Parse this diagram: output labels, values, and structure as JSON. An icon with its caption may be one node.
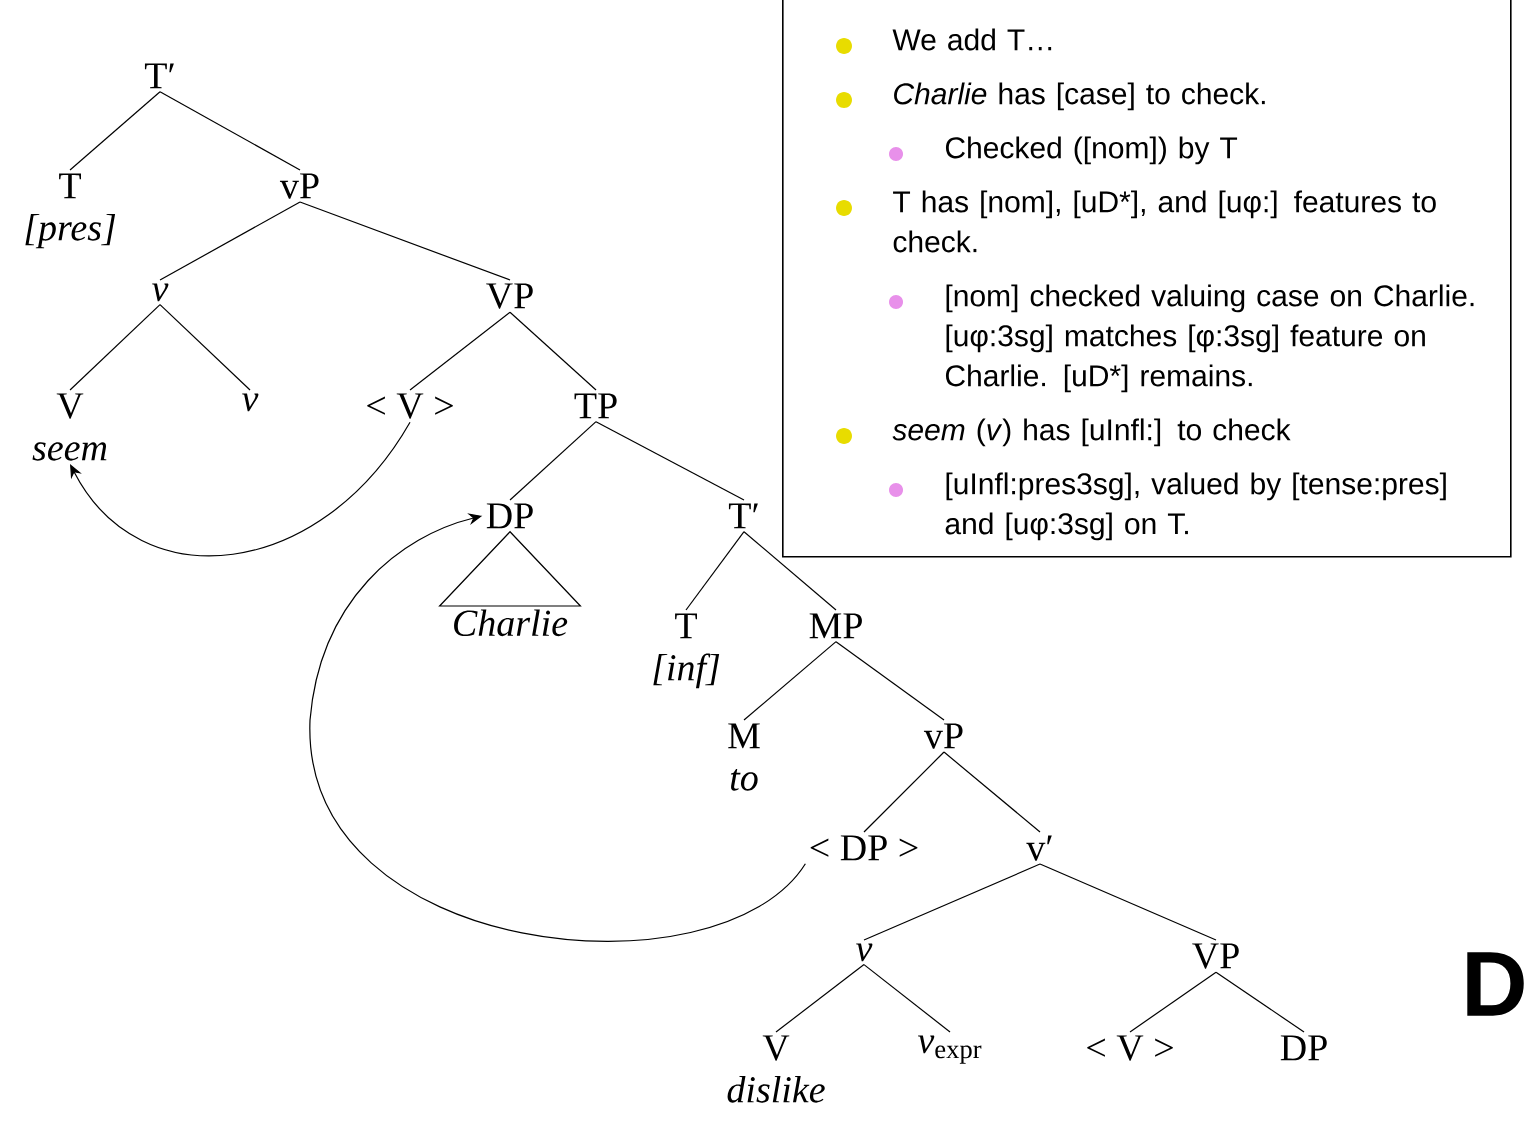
{
  "diagram": {
    "nodes": [
      {
        "text": [
          "T′"
        ]
      },
      {
        "text": [
          "T",
          "[pres]"
        ]
      },
      {
        "text": [
          "vP"
        ]
      },
      {
        "text": [
          "*v*"
        ]
      },
      {
        "text": [
          "VP"
        ]
      },
      {
        "text": [
          "V",
          "seem"
        ]
      },
      {
        "text": [
          "*v*"
        ]
      },
      {
        "text": [
          "< V >"
        ]
      },
      {
        "text": [
          "TP"
        ]
      },
      {
        "text": [
          "DP"
        ]
      },
      {
        "text": [
          "T′"
        ]
      },
      {
        "text": [
          "Charlie"
        ]
      },
      {
        "text": [
          "T",
          "[inf]"
        ]
      },
      {
        "text": [
          "MP"
        ]
      },
      {
        "text": [
          "M",
          "to"
        ]
      },
      {
        "text": [
          "vP"
        ]
      },
      {
        "text": [
          "< DP >"
        ]
      },
      {
        "text": [
          "v′"
        ]
      },
      {
        "text": [
          "*v*"
        ]
      },
      {
        "text": [
          "VP"
        ]
      },
      {
        "text": [
          "V",
          "dislike"
        ]
      },
      {
        "text": [
          "*v*$_{expr}$"
        ]
      },
      {
        "text": [
          "< V >"
        ]
      },
      {
        "text": [
          "DP"
        ]
      },
      {
        "text": [
          "We add T…",
          "*Charlie* has [case] to check.",
          "Checked ([nom]) by T",
          "T has [nom], [uD*], and [uφ:] features to check.",
          "[nom] checked valuing case on Charlie. [uφ:3sg] matches [φ:3sg] feature on Charlie. [uD*] remains.",
          "*seem* (*v*) has [uInfl:] to check",
          "[uInfl:pres3sg], valued by [tense:pres] and [uφ:3sg] on T."
        ]
      }
    ],
    "edges": [
      {
        "from": 0,
        "to": 1,
        "arrow": "none"
      },
      {
        "from": 0,
        "to": 2,
        "arrow": "none"
      },
      {
        "from": 2,
        "to": 3,
        "arrow": "none"
      },
      {
        "from": 2,
        "to": 4,
        "arrow": "none"
      },
      {
        "from": 3,
        "to": 5,
        "arrow": "none"
      },
      {
        "from": 3,
        "to": 6,
        "arrow": "none"
      },
      {
        "from": 4,
        "to": 7,
        "arrow": "none"
      },
      {
        "from": 4,
        "to": 8,
        "arrow": "none"
      },
      {
        "from": 8,
        "to": 9,
        "arrow": "none"
      },
      {
        "from": 8,
        "to": 10,
        "arrow": "none"
      },
      {
        "from": 9,
        "to": 11,
        "arrow": "none"
      },
      {
        "from": 10,
        "to": 12,
        "arrow": "none"
      },
      {
        "from": 10,
        "to": 13,
        "arrow": "none"
      },
      {
        "from": 13,
        "to": 14,
        "arrow": "none"
      },
      {
        "from": 13,
        "to": 15,
        "arrow": "none"
      },
      {
        "from": 15,
        "to": 16,
        "arrow": "none"
      },
      {
        "from": 15,
        "to": 17,
        "arrow": "none"
      },
      {
        "from": 17,
        "to": 18,
        "arrow": "none"
      },
      {
        "from": 17,
        "to": 19,
        "arrow": "none"
      },
      {
        "from": 18,
        "to": 20,
        "arrow": "none"
      },
      {
        "from": 18,
        "to": 21,
        "arrow": "none"
      },
      {
        "from": 19,
        "to": 22,
        "arrow": "none"
      },
      {
        "from": 19,
        "to": 23,
        "arrow": "none"
      },
      {
        "from": 7,
        "to": 5,
        "arrow": "to"
      },
      {
        "from": 16,
        "to": 9,
        "arrow": "to"
      }
    ],
    "labels": [
      "D"
    ]
  }
}
